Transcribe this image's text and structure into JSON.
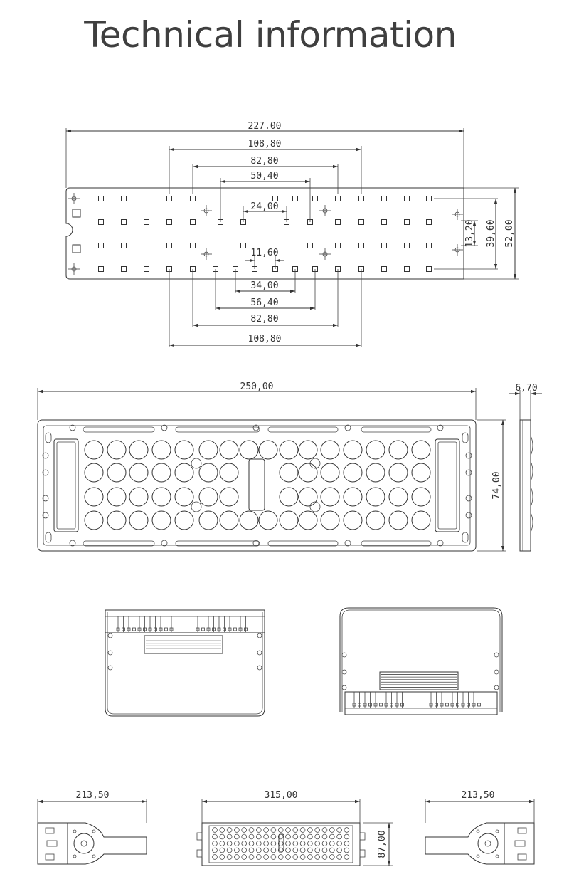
{
  "title": "Technical information",
  "board": {
    "d_227": "227.00",
    "d_108_top": "108,80",
    "d_82_top": "82,80",
    "d_50": "50,40",
    "d_24": "24,00",
    "d_11": "11,60",
    "d_34": "34,00",
    "d_56": "56,40",
    "d_82_bot": "82,80",
    "d_108_bot": "108,80",
    "d_13": "13,20",
    "d_39": "39,60",
    "d_52": "52,00"
  },
  "lens": {
    "d_250": "250,00",
    "d_74": "74,00",
    "d_6": "6,70"
  },
  "bottom": {
    "d_213_left": "213,50",
    "d_315": "315,00",
    "d_87": "87,00",
    "d_213_right": "213,50"
  }
}
